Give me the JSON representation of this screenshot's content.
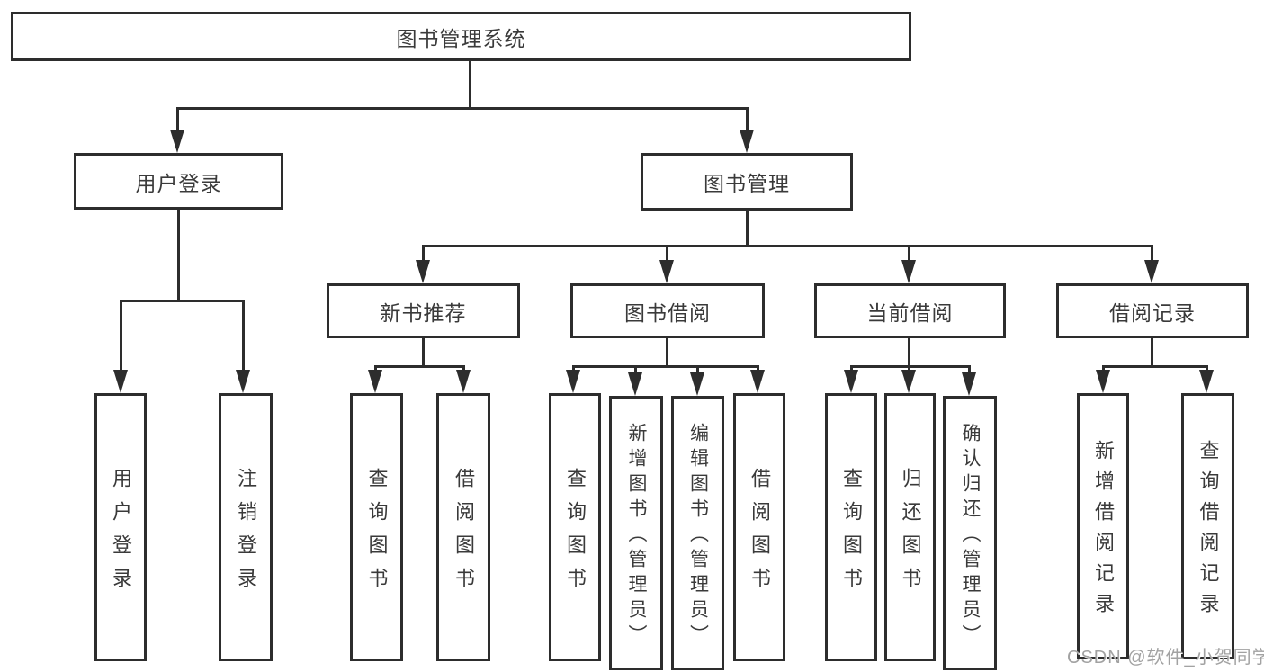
{
  "diagram": {
    "title": "图书管理系统",
    "watermark": "CSDN @软件_小贺同学",
    "colors": {
      "line": "#2d2d2d",
      "text": "#3a3a3a",
      "background": "#ffffff",
      "watermark": "#a2a2a2"
    },
    "nodes": {
      "root": "图书管理系统",
      "user_login_group": "用户登录",
      "book_management": "图书管理",
      "user_login": "用户登录",
      "logout": "注销登录",
      "new_book_recommend": "新书推荐",
      "book_borrowing": "图书借阅",
      "current_borrowing": "当前借阅",
      "borrow_records": "借阅记录",
      "nb_query_books": "查询图书",
      "nb_borrow_books": "借阅图书",
      "bb_query_books": "查询图书",
      "bb_add_book_admin": "新增图书（管理员）",
      "bb_edit_book_admin": "编辑图书（管理员）",
      "bb_borrow_books": "借阅图书",
      "cb_query_books": "查询图书",
      "cb_return_books": "归还图书",
      "cb_confirm_return_admin": "确认归还（管理员）",
      "br_add_record": "新增借阅记录",
      "br_query_record": "查询借阅记录"
    }
  }
}
